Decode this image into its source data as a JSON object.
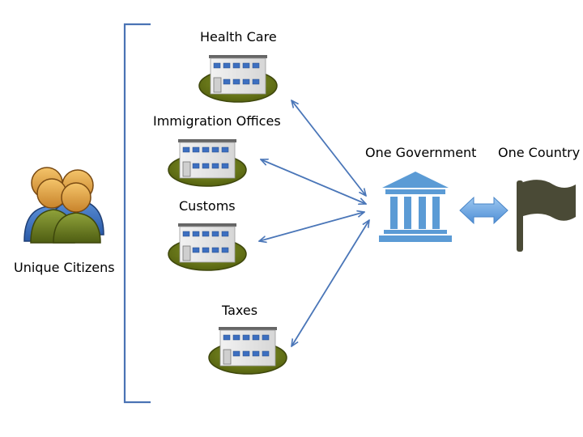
{
  "labels": {
    "citizens": "Unique Citizens",
    "government": "One Government",
    "country": "One Country"
  },
  "offices": [
    {
      "name": "Health Care"
    },
    {
      "name": "Immigration Offices"
    },
    {
      "name": "Customs"
    },
    {
      "name": "Taxes"
    }
  ],
  "colors": {
    "bracket": "#4a73b4",
    "arrow": "#4a76b8",
    "government_icon": "#5b9bd5",
    "flag": "#4a4a36",
    "building_base": "#6b7a1f",
    "window": "#3d6fc0"
  },
  "icons": {
    "citizens": "people-group-icon",
    "office": "office-building-icon",
    "government": "government-building-icon",
    "link": "double-headed-arrow-icon",
    "country": "flag-icon"
  }
}
